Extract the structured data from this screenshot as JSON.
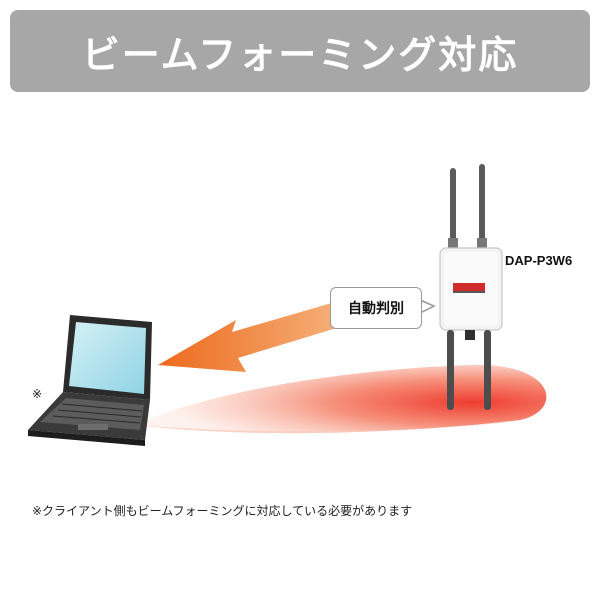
{
  "banner": {
    "title": "ビームフォーミング対応"
  },
  "device": {
    "model": "DAP-P3W6",
    "badge_text": "DAP-P3W6"
  },
  "callout": {
    "text": "自動判別"
  },
  "laptop": {
    "asterisk": "※"
  },
  "footnote": {
    "text": "※クライアント側もビームフォーミングに対応している必要があります"
  },
  "colors": {
    "banner_bg": "#a7a7a7",
    "beam_core": "#f04a3a",
    "arrow": "#f07a2a"
  }
}
